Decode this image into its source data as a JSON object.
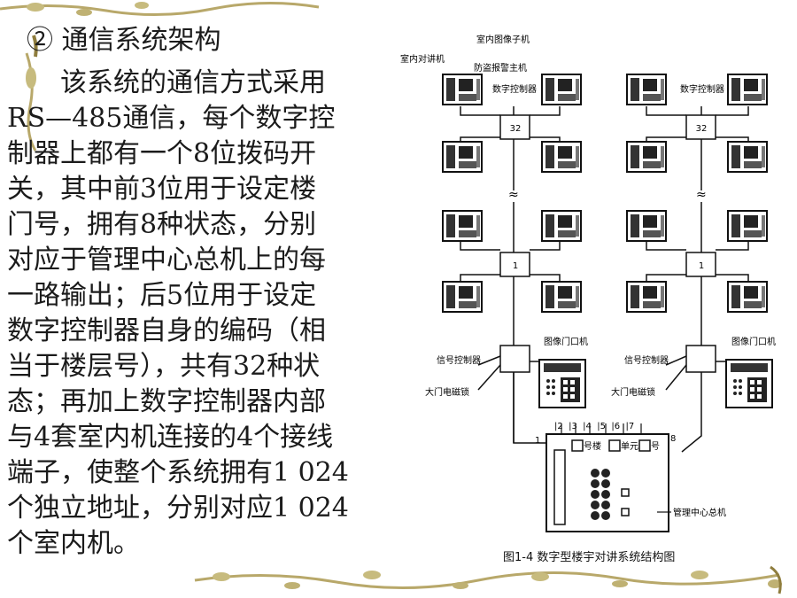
{
  "slide": {
    "title": "② 通信系统架构",
    "paragraph_lines": [
      "　　该系统的通信方式采用",
      "RS—485通信，每个数字控",
      "制器上都有一个8位拨码开",
      "关，其中前3位用于设定楼",
      "门号，拥有8种状态，分别",
      "对应于管理中心总机上的每",
      "一路输出；后5位用于设定",
      "数字控制器自身的编码（相",
      "当于楼层号），共有32种状",
      "态；再加上数字控制器内部",
      "与4套室内机连接的4个接线",
      "端子，使整个系统拥有1 024",
      "个独立地址，分别对应1 024",
      "个室内机。"
    ]
  },
  "figure": {
    "caption": "图1-4  数字型楼宇对讲系统结构图",
    "labels": {
      "indoor_intercom": "室内对讲机",
      "indoor_video": "室内图像子机",
      "alarm_host": "防盗报警主机",
      "digital_controller_left": "数字控制器",
      "digital_controller_right": "数字控制器",
      "box_32_left": "32",
      "box_32_right": "32",
      "box_1_left": "1",
      "box_1_right": "1",
      "signal_controller_left": "信号控制器",
      "signal_controller_right": "信号控制器",
      "door_lock_left": "大门电磁锁",
      "door_lock_right": "大门电磁锁",
      "video_door_left": "图像门口机",
      "video_door_right": "图像门口机",
      "port_1": "1",
      "ports_top": "|2  |3  |4  |5  |6  |7",
      "port_8": "8",
      "label_building": "号楼",
      "label_unit": "单元",
      "label_number": "号",
      "management_host": "管理中心总机"
    }
  }
}
